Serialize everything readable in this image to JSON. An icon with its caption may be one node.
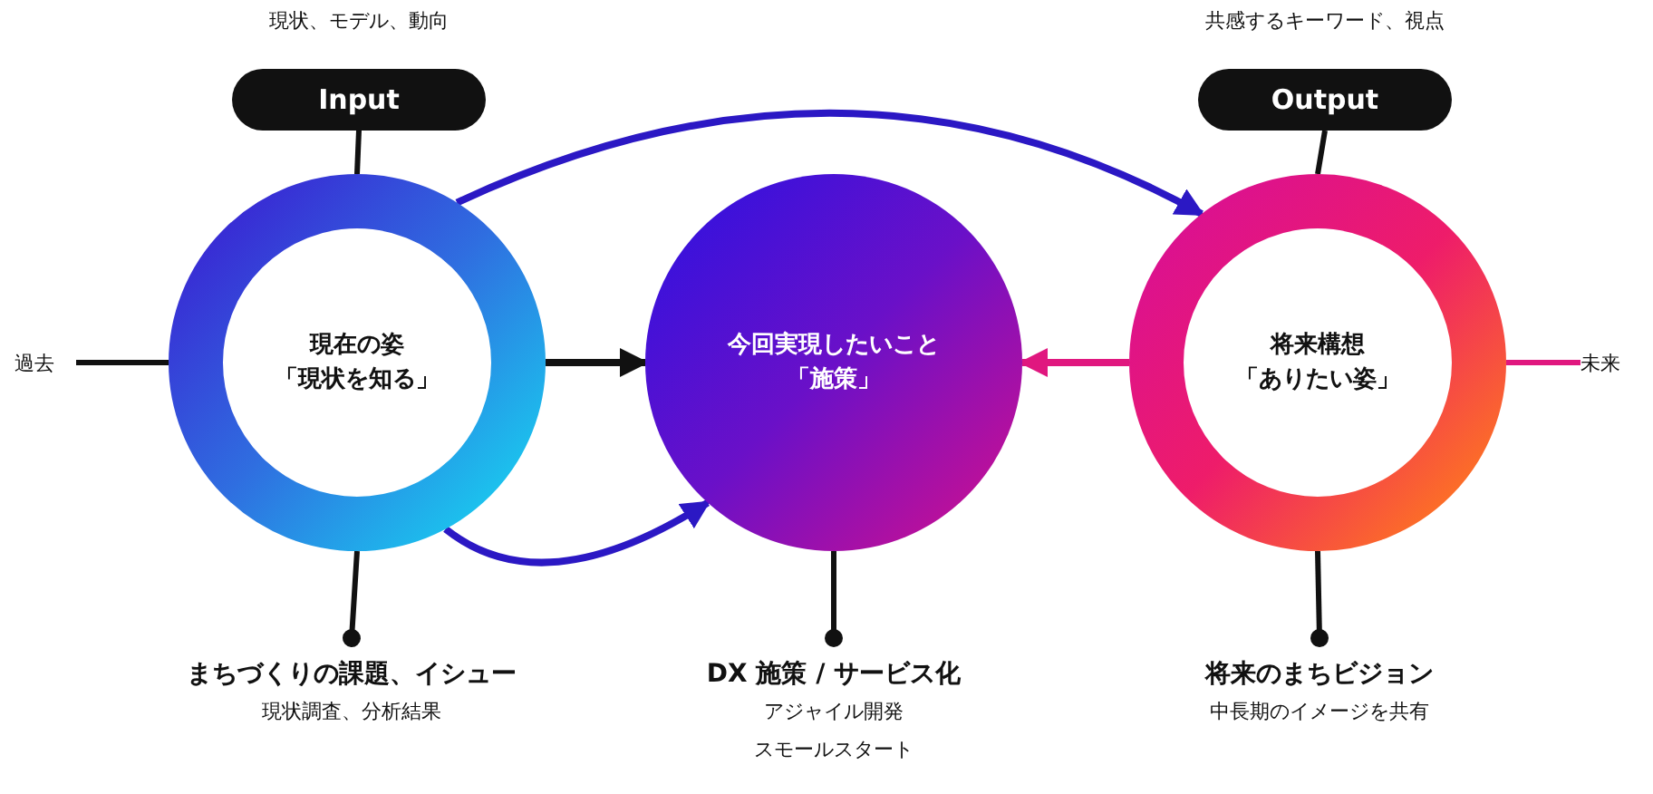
{
  "diagram": {
    "nodes": [
      {
        "text": [
          "現在の姿",
          "「現状を知る」"
        ]
      },
      {
        "text": [
          "今回実現したいこと",
          "「施策」"
        ]
      },
      {
        "text": [
          "将来構想",
          "「ありたい姿」"
        ]
      },
      {
        "text": [
          "Input"
        ],
        "beside": [
          "現状、モデル、動向"
        ]
      },
      {
        "text": [
          "Output"
        ],
        "beside": [
          "共感するキーワード、視点"
        ]
      },
      {
        "text": [
          "過去"
        ]
      },
      {
        "text": [
          "未来"
        ]
      },
      {
        "text": [
          "まちづくりの課題、イシュー",
          "現状調査、分析結果"
        ]
      },
      {
        "text": [
          "DX 施策 / サービス化",
          "アジャイル開発",
          "スモールスタート"
        ]
      },
      {
        "text": [
          "将来のまちビジョン",
          "中長期のイメージを共有"
        ]
      }
    ],
    "edges": [
      {
        "from": 0,
        "to": 1,
        "arrow": "to"
      },
      {
        "from": 0,
        "to": 1,
        "arrow": "to",
        "color": "#2b18c4"
      },
      {
        "from": 0,
        "to": 2,
        "arrow": "to",
        "color": "#2b18c4"
      },
      {
        "from": 2,
        "to": 1,
        "arrow": "to",
        "color": "#e0177f"
      },
      {
        "from": 5,
        "to": 0,
        "arrow": "none"
      },
      {
        "from": 6,
        "to": 2,
        "arrow": "none",
        "color": "#e0177f"
      },
      {
        "from": 3,
        "to": 0,
        "arrow": "none"
      },
      {
        "from": 4,
        "to": 2,
        "arrow": "none"
      },
      {
        "from": 7,
        "to": 0,
        "arrow": "other"
      },
      {
        "from": 8,
        "to": 1,
        "arrow": "other"
      },
      {
        "from": 9,
        "to": 2,
        "arrow": "other"
      }
    ]
  }
}
